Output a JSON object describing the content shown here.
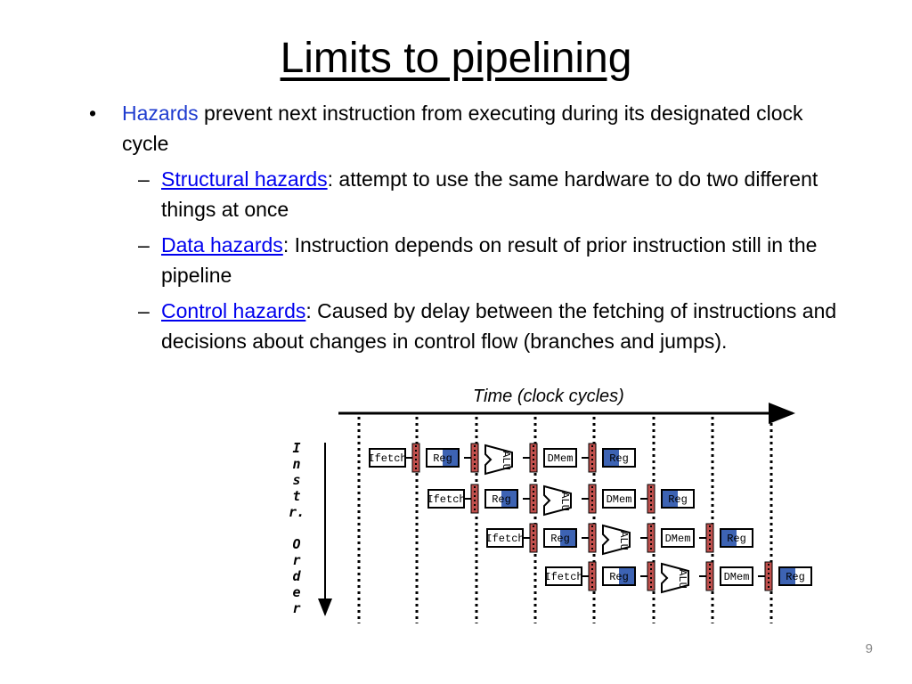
{
  "slide": {
    "title": "Limits to pipelining",
    "page_number": "9"
  },
  "content": {
    "bullet": {
      "term": "Hazards",
      "text": " prevent next instruction from executing during its designated clock cycle"
    },
    "sub_bullets": [
      {
        "term": "Structural hazards",
        "text": ": attempt to use the same hardware to do two different things at once"
      },
      {
        "term": "Data hazards",
        "text": ": Instruction depends on result of prior instruction still in the pipeline"
      },
      {
        "term": "Control hazards",
        "text": ": Caused by delay between the fetching of instructions and decisions about changes in control flow (branches and jumps)."
      }
    ]
  },
  "diagram": {
    "time_label": "Time (clock cycles)",
    "order_label_top": [
      "I",
      "n",
      "s",
      "t",
      "r."
    ],
    "order_label_bottom": [
      "O",
      "r",
      "d",
      "e",
      "r"
    ],
    "stage_labels": {
      "ifetch": "Ifetch",
      "reg": "Reg",
      "alu": "ALU",
      "dmem": "DMem",
      "wb": "Reg"
    },
    "colors": {
      "reg_shade": "#3d63b3",
      "pipeline_register": "#c0504d",
      "arrow": "#000000"
    }
  }
}
